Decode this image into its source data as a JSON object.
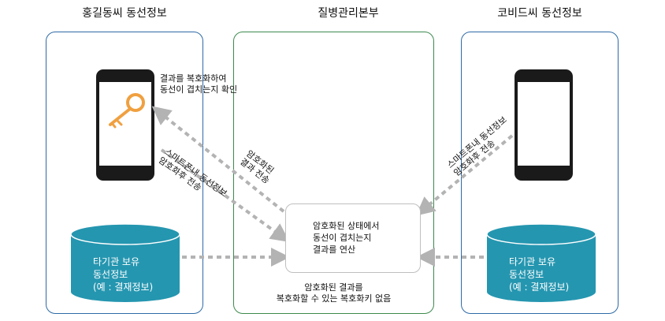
{
  "panels": {
    "left_title": "홍길동씨 동선정보",
    "center_title": "질병관리본부",
    "right_title": "코비드씨 동선정보"
  },
  "labels": {
    "decrypt_check": "결과를 복호화하여\n동선이 겹치는지 확인",
    "left_send": "스마트폰내 동선정보\n암호화후 전송",
    "result_send": "암호화된\n결과 전송",
    "right_send": "스마트폰내 동선정보\n암호화후 전송",
    "compute": "암호화된 상태에서\n동선이 겹치는지\n결과를 연산",
    "no_key": "암호화된 결과를\n복호화할 수 있는 복호화키 없음"
  },
  "databases": {
    "left": "타기관 보유\n동선정보\n(예 : 결재정보)",
    "right": "타기관 보유\n동선정보\n(예 : 결재정보)"
  },
  "colors": {
    "panel_blue": "#2e6aa6",
    "panel_green": "#3d8a4e",
    "db_fill": "#2596b0",
    "key": "#f0a040",
    "arrow": "#b3b3b3"
  },
  "icons": {
    "key": "key-icon",
    "phone": "smartphone-icon",
    "database": "database-icon"
  }
}
